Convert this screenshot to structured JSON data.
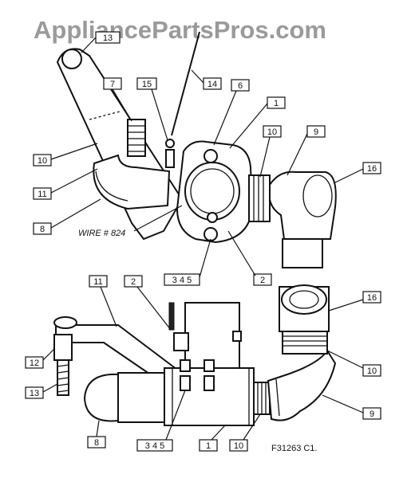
{
  "watermark": "AppliancePartsPros.com",
  "drawing_id": "F31263 C1.",
  "wire_label": "WIRE # 824",
  "callouts": {
    "top_13": "13",
    "top_7": "7",
    "top_15": "15",
    "top_14": "14",
    "top_6": "6",
    "top_1": "1",
    "top_10_right": "10",
    "top_9": "9",
    "top_16": "16",
    "top_10_left": "10",
    "top_11": "11",
    "top_8": "8",
    "top_345": "3 4 5",
    "top_2": "2",
    "bot_11": "11",
    "bot_2": "2",
    "bot_16": "16",
    "bot_12": "12",
    "bot_13": "13",
    "bot_10_right": "10",
    "bot_9": "9",
    "bot_8": "8",
    "bot_345": "3 4 5",
    "bot_1": "1",
    "bot_10_bottom": "10"
  }
}
